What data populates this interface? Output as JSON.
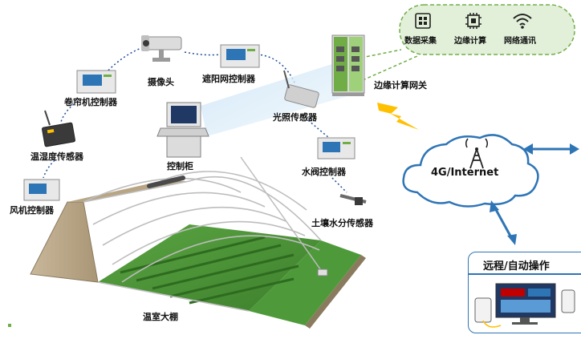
{
  "diagram": {
    "labels": {
      "camera": "摄像头",
      "shade_controller": "遮阳网控制器",
      "curtain_controller": "卷帘机控制器",
      "light_sensor": "光照传感器",
      "temp_humidity_sensor": "温湿度传感器",
      "control_cabinet": "控制柜",
      "valve_controller": "水阀控制器",
      "fan_controller": "风机控制器",
      "soil_moisture_sensor": "土壤水分传感器",
      "greenhouse": "温室大棚",
      "edge_gateway": "边缘计算网关",
      "internet": "4G/Internet",
      "remote_ops": "远程/自动操作"
    },
    "capabilities": [
      {
        "label": "数据采集",
        "icon": "data-collection-icon"
      },
      {
        "label": "边缘计算",
        "icon": "chip-icon"
      },
      {
        "label": "网络通讯",
        "icon": "wifi-icon"
      }
    ],
    "colors": {
      "accent_blue": "#2e75b6",
      "bubble_green": "#e2f0d9",
      "bubble_border": "#70ad47",
      "lightning": "#ffc000",
      "grass": "#4e9a3a"
    }
  }
}
